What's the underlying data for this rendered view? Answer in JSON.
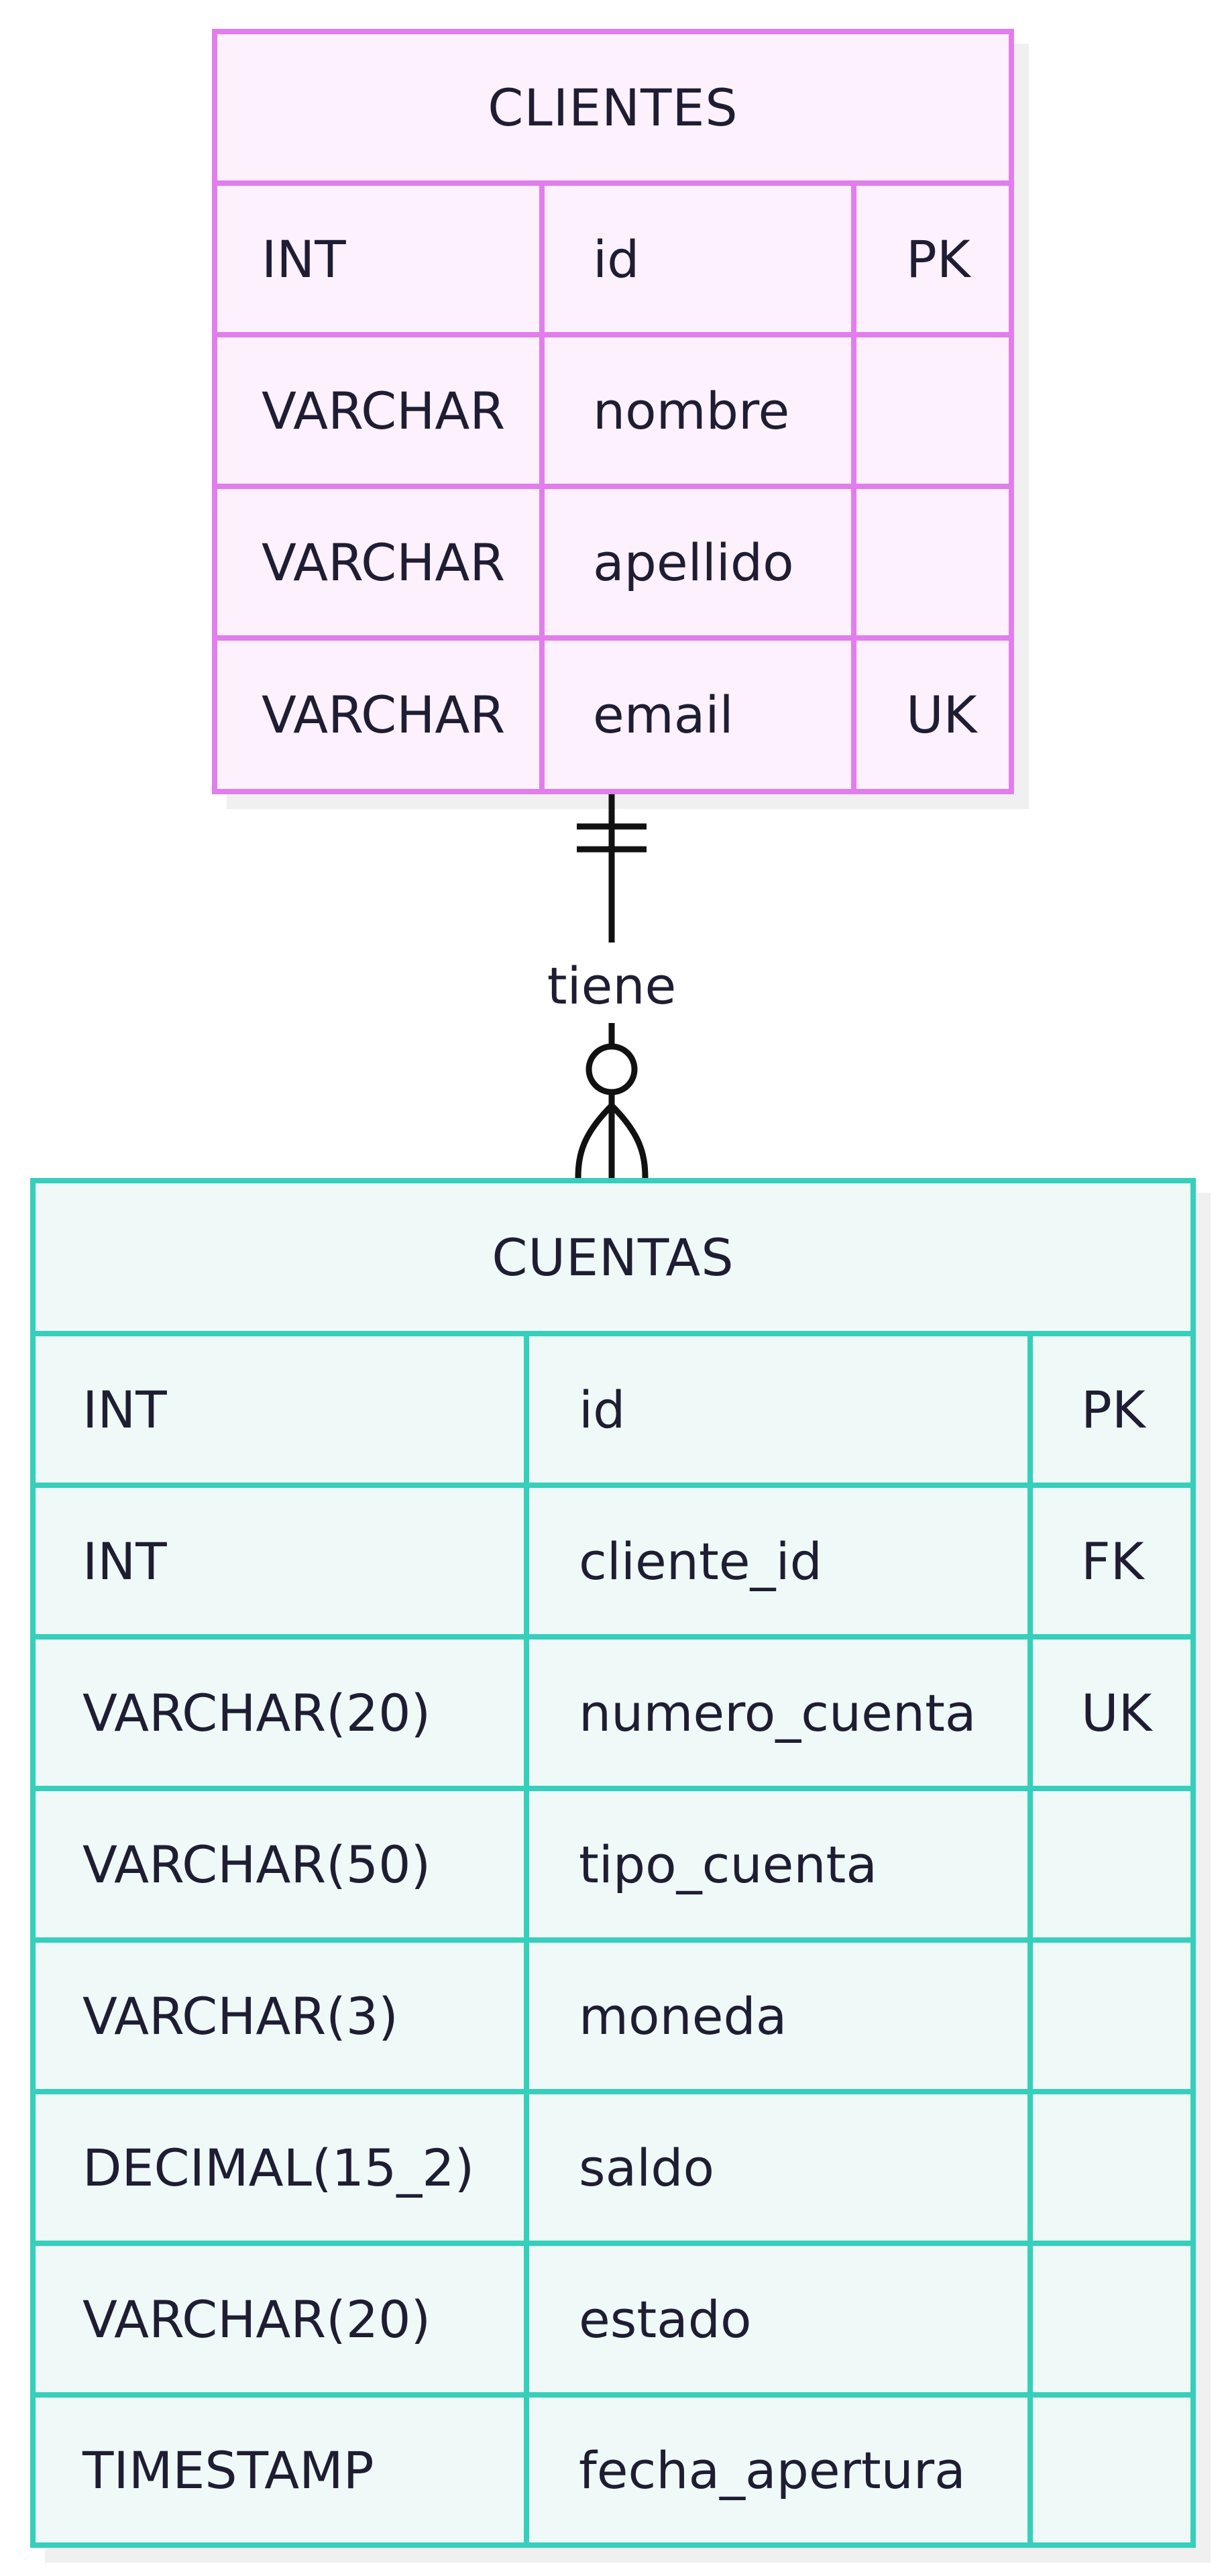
{
  "diagram": {
    "entities": [
      {
        "name": "CLIENTES",
        "attributes": [
          {
            "type": "INT",
            "name": "id",
            "key": "PK"
          },
          {
            "type": "VARCHAR",
            "name": "nombre",
            "key": ""
          },
          {
            "type": "VARCHAR",
            "name": "apellido",
            "key": ""
          },
          {
            "type": "VARCHAR",
            "name": "email",
            "key": "UK"
          }
        ]
      },
      {
        "name": "CUENTAS",
        "attributes": [
          {
            "type": "INT",
            "name": "id",
            "key": "PK"
          },
          {
            "type": "INT",
            "name": "cliente_id",
            "key": "FK"
          },
          {
            "type": "VARCHAR(20)",
            "name": "numero_cuenta",
            "key": "UK"
          },
          {
            "type": "VARCHAR(50)",
            "name": "tipo_cuenta",
            "key": ""
          },
          {
            "type": "VARCHAR(3)",
            "name": "moneda",
            "key": ""
          },
          {
            "type": "DECIMAL(15_2)",
            "name": "saldo",
            "key": ""
          },
          {
            "type": "VARCHAR(20)",
            "name": "estado",
            "key": ""
          },
          {
            "type": "TIMESTAMP",
            "name": "fecha_apertura",
            "key": ""
          }
        ]
      }
    ],
    "relationship": {
      "label": "tiene",
      "from_cardinality": "exactly-one",
      "to_cardinality": "zero-or-many"
    },
    "colors": {
      "clientes_border": "#e27ded",
      "clientes_fill": "#fdf1fd",
      "cuentas_border": "#35cfbb",
      "cuentas_fill": "#effaf8",
      "line": "#111111",
      "text": "#1f1d33"
    }
  }
}
